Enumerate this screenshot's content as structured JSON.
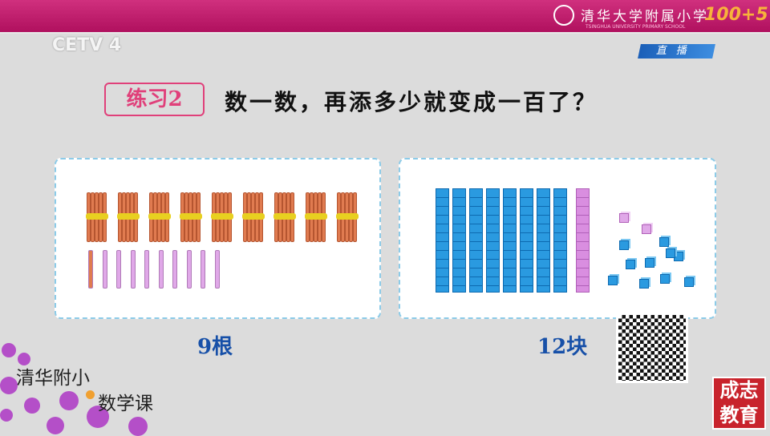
{
  "header": {
    "school_cn": "清华大学附属小学",
    "school_en": "TSINGHUA UNIVERSITY PRIMARY SCHOOL",
    "anniversary": "100+5"
  },
  "channel": {
    "logo": "CETV 4",
    "live_badge": "直播"
  },
  "exercise": {
    "tag": "练习2",
    "question": "数一数，再添多少就变成一百了？"
  },
  "left_panel": {
    "bundles": 9,
    "single_sticks": 10,
    "label": "9根"
  },
  "right_panel": {
    "columns_blue": 8,
    "columns_pink": 1,
    "cubes": 12,
    "label": "12块"
  },
  "program": {
    "line1": "清华附小",
    "line2": "数学课"
  },
  "brand": {
    "line1": "成志",
    "line2": "教育"
  },
  "colors": {
    "topbar": "#c2186f",
    "accent": "#e0407a",
    "label": "#1750a8",
    "brand": "#c8232c"
  }
}
